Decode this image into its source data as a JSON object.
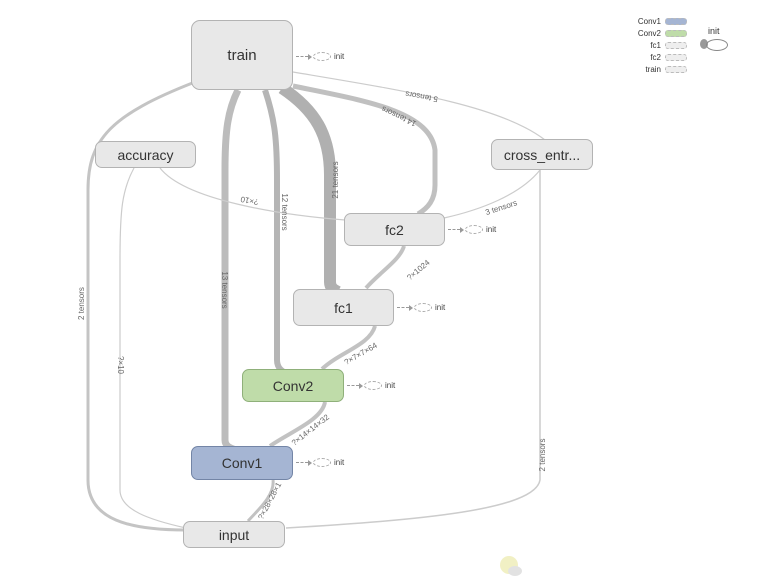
{
  "nodes": {
    "train": {
      "label": "train"
    },
    "accuracy": {
      "label": "accuracy"
    },
    "cross_entropy": {
      "label": "cross_entr..."
    },
    "fc2": {
      "label": "fc2"
    },
    "fc1": {
      "label": "fc1"
    },
    "conv2": {
      "label": "Conv2"
    },
    "conv1": {
      "label": "Conv1"
    },
    "input": {
      "label": "input"
    }
  },
  "init_label": "init",
  "edge_labels": {
    "train_input": "2 tensors",
    "train_conv1": "13 tensors",
    "train_conv2": "12 tensors",
    "train_fc1": "21 tensors",
    "train_fc2": "14 tensors",
    "train_cross": "5 tensors",
    "accuracy_fc2": "?×10",
    "cross_fc2": "3 tensors",
    "fc2_fc1": "?×1024",
    "fc1_conv2": "?×7×7×64",
    "conv2_conv1": "?×14×14×32",
    "conv1_input": "?×28×28×1",
    "accuracy_input": "?×10",
    "cross_input": "2 tensors"
  },
  "legend": {
    "items": [
      {
        "label": "Conv1",
        "color": "#a5b5d3"
      },
      {
        "label": "Conv2",
        "color": "#bfdca9"
      },
      {
        "label": "fc1",
        "color": "#eeeeee"
      },
      {
        "label": "fc2",
        "color": "#eeeeee"
      },
      {
        "label": "train",
        "color": "#eeeeee"
      }
    ],
    "init_label": "init"
  },
  "colors": {
    "node_fill": "#e8e8e8",
    "node_border": "#b3b3b3",
    "conv1_fill": "#a5b5d3",
    "conv2_fill": "#bfdca9",
    "edge": "#bdbdbd"
  }
}
